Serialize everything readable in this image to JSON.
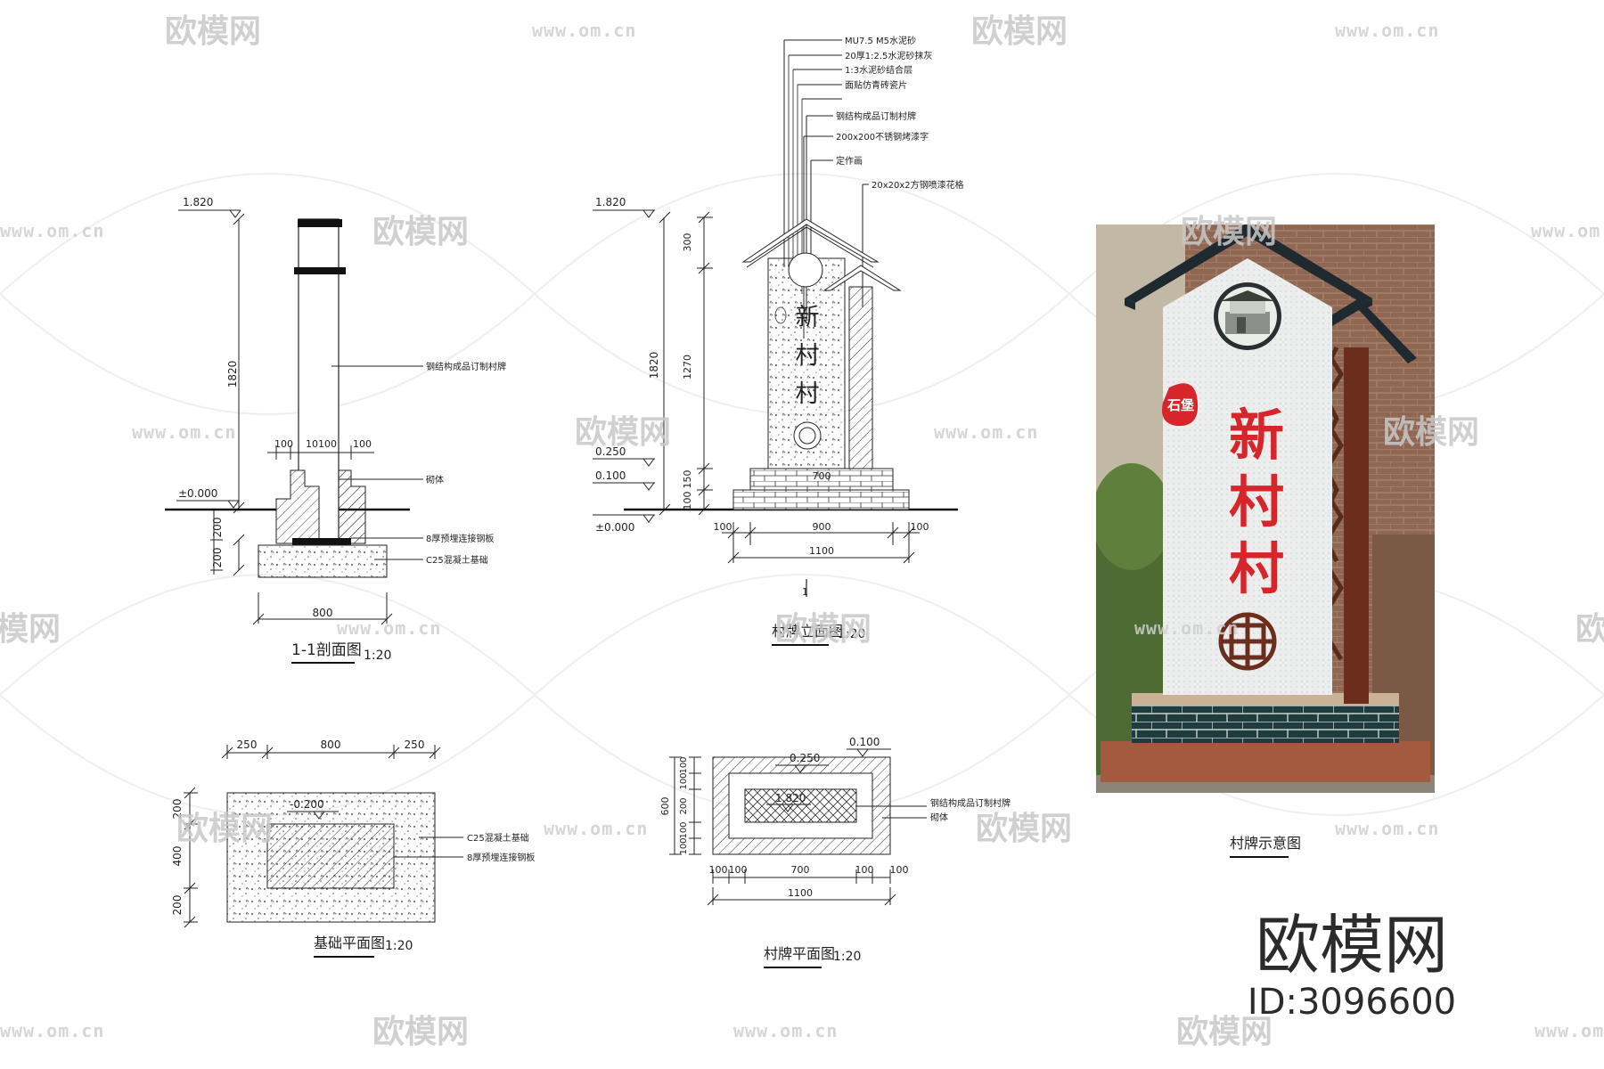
{
  "section_1_1": {
    "title": "1-1剖面图",
    "scale": "1:20",
    "elev_top": "1.820",
    "elev_ground": "±0.000",
    "dim_height": "1820",
    "dims_top": [
      "100",
      "10100",
      "100"
    ],
    "dim_base_200a": "200",
    "dim_base_200b": "200",
    "dim_width": "800",
    "note_post": "钢结构成品订制村牌",
    "note_body": "砌体",
    "note_plate": "8厚预埋连接钢板",
    "note_concrete": "C25混凝土基础"
  },
  "elevation": {
    "title": "村牌立面图",
    "scale": "1:20",
    "elev_top": "1.820",
    "elev_a": "0.250",
    "elev_b": "0.100",
    "elev_ground": "±0.000",
    "dims_vert": [
      "300",
      "1270",
      "150",
      "100"
    ],
    "dim_total": "1820",
    "dim_700": "700",
    "dim_left": "100",
    "dim_mid": "900",
    "dim_right": "100",
    "dim_total_w": "1100",
    "section_mark": "1",
    "sign_text": "新村村",
    "notes": [
      "MU7.5 M5水泥砂",
      "20厚1:2.5水泥砂抹灰",
      "1:3水泥砂结合层",
      "面贴仿青砖瓷片",
      "钢结构成品订制村牌",
      "200x200不锈钢烤漆字",
      "定作画",
      "20x20x2方钢喷漆花格"
    ]
  },
  "foundation_plan": {
    "title": "基础平面图",
    "scale": "1:20",
    "dims_top": [
      "250",
      "800",
      "250"
    ],
    "dims_left": [
      "200",
      "400",
      "200"
    ],
    "elev": "-0.200",
    "note_concrete": "C25混凝土基础",
    "note_plate": "8厚预埋连接钢板"
  },
  "sign_plan": {
    "title": "村牌平面图",
    "scale": "1:20",
    "elev_a": "0.100",
    "elev_b": "0.250",
    "elev_c": "1.820",
    "dims_left": [
      "100",
      "100",
      "200",
      "100",
      "100"
    ],
    "dim_left_total": "600",
    "dims_bottom": [
      "100",
      "100",
      "700",
      "100",
      "100"
    ],
    "dim_total": "1100",
    "note_sign": "钢结构成品订制村牌",
    "note_body": "砌体"
  },
  "photo": {
    "caption": "村牌示意图",
    "badge": "石堡",
    "sign_text": "新村村"
  },
  "watermark": {
    "brand": "欧模网",
    "url": "www.om.cn"
  },
  "brand_footer": {
    "name": "欧模网",
    "id": "ID:3096600"
  },
  "colors": {
    "roof": "#1f2a30",
    "wall": "#eceeed",
    "red_text": "#d7262b",
    "wood": "#6b2e1c",
    "tile": "#1e3c3e",
    "plinth": "#a35a3e"
  }
}
